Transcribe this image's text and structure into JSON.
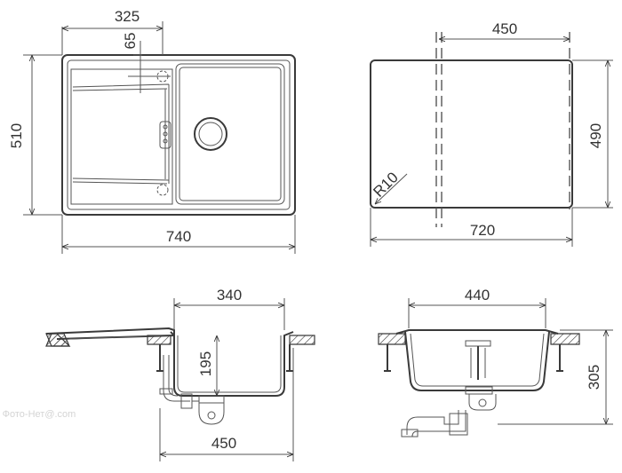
{
  "watermark": "Фото-Нет@.com",
  "top_left_view": {
    "width_label": "325",
    "offset_label": "65",
    "height_label": "510",
    "total_width_label": "740"
  },
  "top_right_view": {
    "cutout_width_label": "450",
    "cutout_height_label": "490",
    "radius_label": "R10",
    "total_width_label": "720"
  },
  "section_left_view": {
    "bowl_width_label": "340",
    "depth_label": "195",
    "drain_width_label": "450"
  },
  "section_right_view": {
    "bowl_width_label": "440",
    "height_label": "305"
  }
}
